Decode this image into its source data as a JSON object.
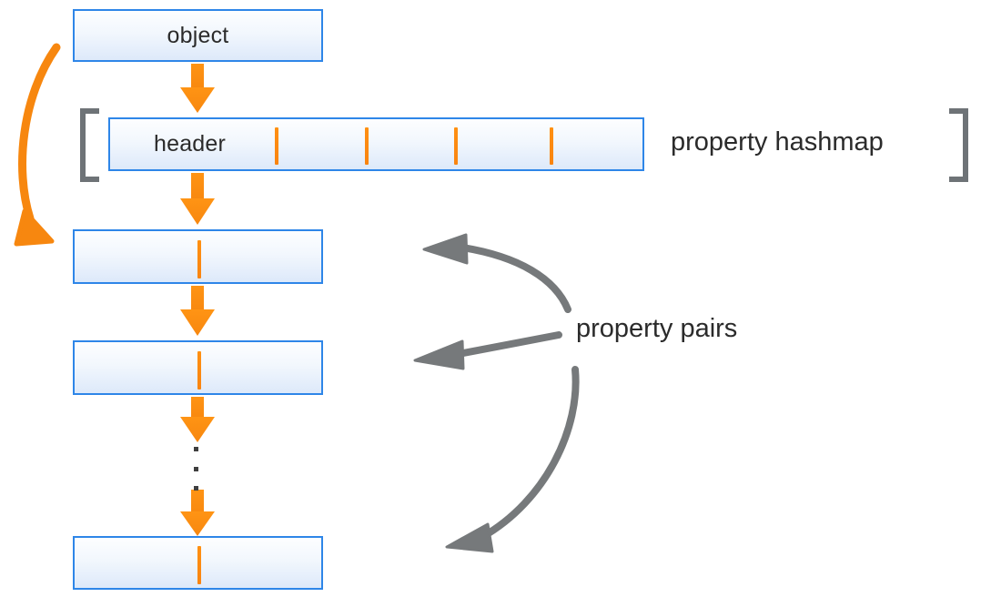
{
  "diagram": {
    "title": "object property hashmap layout",
    "background_color": "#ffffff",
    "box_border_color": "#2e86e8",
    "box_fill_top_color": "#fdfeff",
    "box_fill_bottom_color": "#dde9fa",
    "orange_color": "#f7941e",
    "gray_color": "#6e7377",
    "text_color": "#2b2b2b"
  },
  "boxes": {
    "object": {
      "label": "object"
    },
    "header": {
      "label": "header"
    },
    "pair_1": {
      "label": ""
    },
    "pair_2": {
      "label": ""
    },
    "pair_3": {
      "label": ""
    }
  },
  "labels": {
    "property_hashmap": "property hashmap",
    "property_pairs": "property pairs"
  },
  "header_ticks": [
    302,
    401,
    499,
    604
  ],
  "annotations": {
    "ellipsis": "⋮",
    "bracket_left": "[",
    "bracket_right": "]"
  }
}
